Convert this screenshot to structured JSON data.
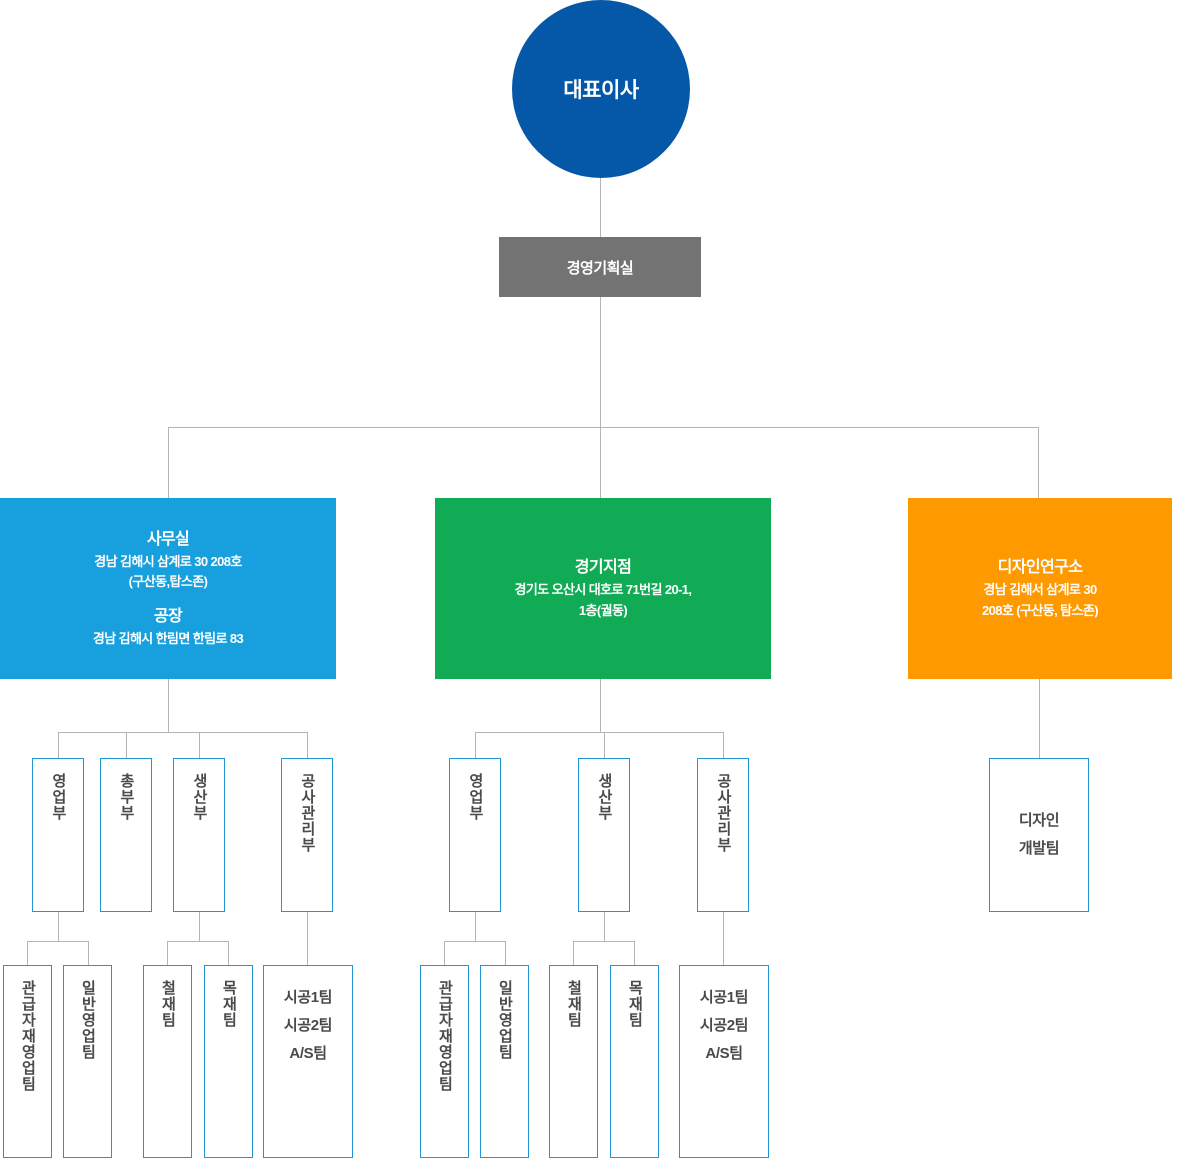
{
  "colors": {
    "ceo_circle": "#0558a8",
    "planning_box": "#737373",
    "office_division": "#17a0dd",
    "gyeonggi_division": "#11aa55",
    "design_division": "#ff9900",
    "node_border": "#2196d3",
    "connector": "#b4b4b4",
    "node_text": "#4a4a4a"
  },
  "chart": {
    "type": "org-chart",
    "root": {
      "label": "대표이사"
    },
    "staff": {
      "label": "경영기획실"
    },
    "divisions": [
      {
        "id": "office",
        "title": "사무실",
        "address": "경남 김해시 삼계로 30 208호 (구산동,탑스존)",
        "address_line1": "경남 김해시 삼계로 30 208호",
        "address_line2": "(구산동,탑스존)",
        "title2": "공장",
        "address2_line1": "경남 김해시 한림면 한림로 83",
        "departments": [
          {
            "label": "영업부",
            "teams": [
              {
                "label": "관급자재영업팀"
              },
              {
                "label": "일반영업팀"
              }
            ]
          },
          {
            "label": "총부부",
            "teams": []
          },
          {
            "label": "생산부",
            "teams": [
              {
                "label": "철재팀"
              },
              {
                "label": "목재팀"
              }
            ]
          },
          {
            "label": "공사관리부",
            "teams": [
              {
                "lines": [
                  "시공1팀",
                  "시공2팀",
                  "A/S팀"
                ]
              }
            ]
          }
        ]
      },
      {
        "id": "gyeonggi",
        "title": "경기지점",
        "address_line1": "경기도 오산시 대호로 71번길 20-1,",
        "address_line2": "1층(궐동)",
        "departments": [
          {
            "label": "영업부",
            "teams": [
              {
                "label": "관급자재영업팀"
              },
              {
                "label": "일반영업팀"
              }
            ]
          },
          {
            "label": "생산부",
            "teams": [
              {
                "label": "철재팀"
              },
              {
                "label": "목재팀"
              }
            ]
          },
          {
            "label": "공사관리부",
            "teams": [
              {
                "lines": [
                  "시공1팀",
                  "시공2팀",
                  "A/S팀"
                ]
              }
            ]
          }
        ]
      },
      {
        "id": "design",
        "title": "디자인연구소",
        "address_line1": "경남 김해서 삼계로 30",
        "address_line2": "208호 (구산동, 탐스존)",
        "departments": [
          {
            "label_lines": [
              "디자인",
              "개발팀"
            ]
          }
        ]
      }
    ]
  }
}
